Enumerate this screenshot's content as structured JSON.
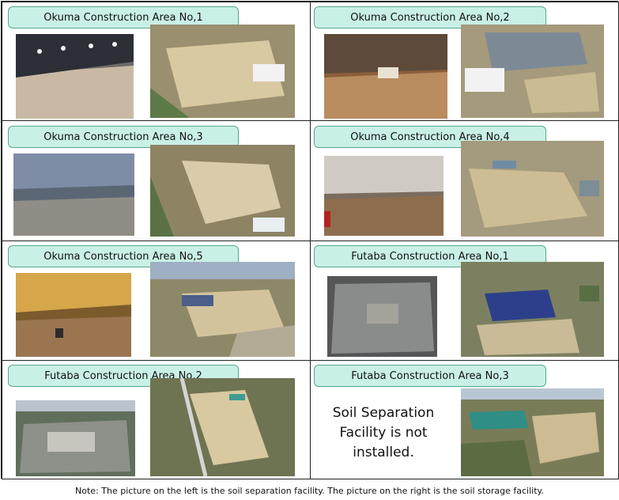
{
  "cells": [
    {
      "label": "Okuma Construction Area No,1"
    },
    {
      "label": "Okuma Construction Area No,2"
    },
    {
      "label": "Okuma Construction Area No,3"
    },
    {
      "label": "Okuma Construction Area No,4"
    },
    {
      "label": "Okuma Construction Area No,5"
    },
    {
      "label": "Futaba Construction Area No,1"
    },
    {
      "label": "Futaba Construction Area No,2"
    },
    {
      "label": "Futaba Construction Area No,3",
      "left_text": "Soil Separation Facility is not installed."
    }
  ],
  "note": "Note: The picture on the left is the soil separation facility. The picture on the right is the soil storage facility."
}
